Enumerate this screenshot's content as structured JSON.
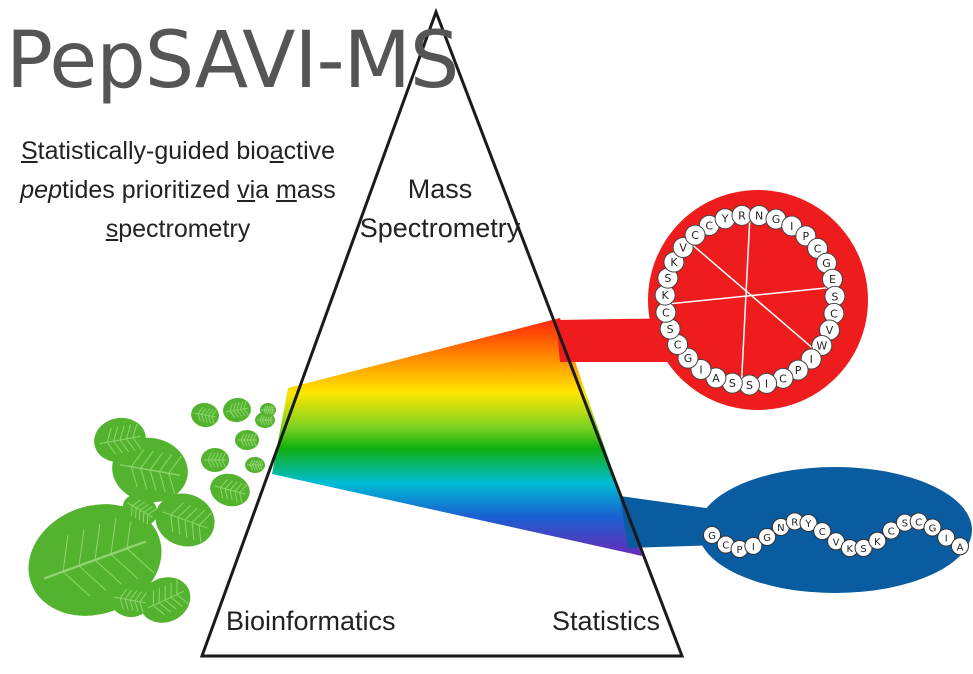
{
  "title": "PepSAVI-MS",
  "subtitle": {
    "line1": [
      {
        "text": "S",
        "u": true
      },
      {
        "text": "tatistically-guided bio",
        "u": false
      },
      {
        "text": "a",
        "u": true
      },
      {
        "text": "ctive",
        "u": false
      }
    ],
    "line2": [
      {
        "text": "pep",
        "u": false,
        "i": true
      },
      {
        "text": "tides prioritized ",
        "u": false
      },
      {
        "text": "vi",
        "u": true
      },
      {
        "text": "a ",
        "u": false
      },
      {
        "text": "m",
        "u": true
      },
      {
        "text": "ass",
        "u": false
      }
    ],
    "line3": [
      {
        "text": "s",
        "u": true
      },
      {
        "text": "pectrometry",
        "u": false
      }
    ]
  },
  "vertices": {
    "top": "Mass Spectrometry",
    "left": "Bioinformatics",
    "right": "Statistics"
  },
  "cyclic_peptide": {
    "sequence": [
      "C",
      "Y",
      "R",
      "N",
      "G",
      "I",
      "P",
      "C",
      "G",
      "E",
      "S",
      "C",
      "V",
      "W",
      "I",
      "P",
      "C",
      "I",
      "S",
      "S",
      "A",
      "I",
      "G",
      "C",
      "S",
      "C",
      "K",
      "S",
      "K",
      "V",
      "C"
    ],
    "color": "#ee1c1c"
  },
  "linear_peptide": {
    "sequence": [
      "G",
      "C",
      "P",
      "I",
      "G",
      "N",
      "R",
      "Y",
      "C",
      "V",
      "K",
      "S",
      "K",
      "C",
      "S",
      "C",
      "G",
      "I",
      "A"
    ],
    "color": "#0a5ca0"
  },
  "colors": {
    "title": "#555555",
    "leaf": "#53b32e",
    "leaf_vein": "#8fd66e"
  }
}
